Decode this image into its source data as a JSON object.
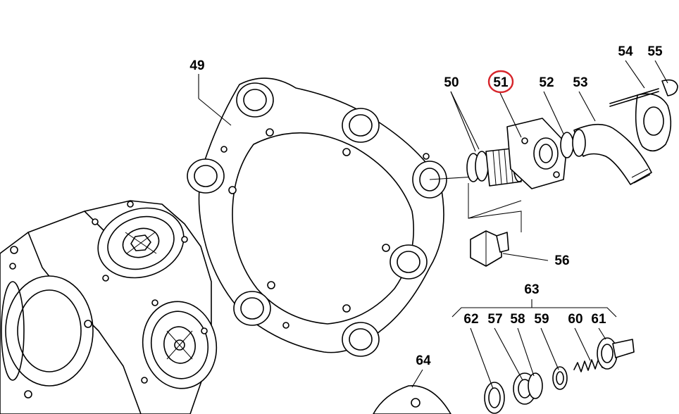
{
  "callouts": [
    {
      "id": "49",
      "label": "49"
    },
    {
      "id": "50",
      "label": "50"
    },
    {
      "id": "51",
      "label": "51"
    },
    {
      "id": "52",
      "label": "52"
    },
    {
      "id": "53",
      "label": "53"
    },
    {
      "id": "54",
      "label": "54"
    },
    {
      "id": "55",
      "label": "55"
    },
    {
      "id": "56",
      "label": "56"
    },
    {
      "id": "57",
      "label": "57"
    },
    {
      "id": "58",
      "label": "58"
    },
    {
      "id": "59",
      "label": "59"
    },
    {
      "id": "60",
      "label": "60"
    },
    {
      "id": "61",
      "label": "61"
    },
    {
      "id": "62",
      "label": "62"
    },
    {
      "id": "63",
      "label": "63"
    },
    {
      "id": "64",
      "label": "64"
    }
  ],
  "highlighted_callout": "51",
  "colors": {
    "line": "#000000",
    "background": "#ffffff",
    "highlight": "#d6242a"
  }
}
